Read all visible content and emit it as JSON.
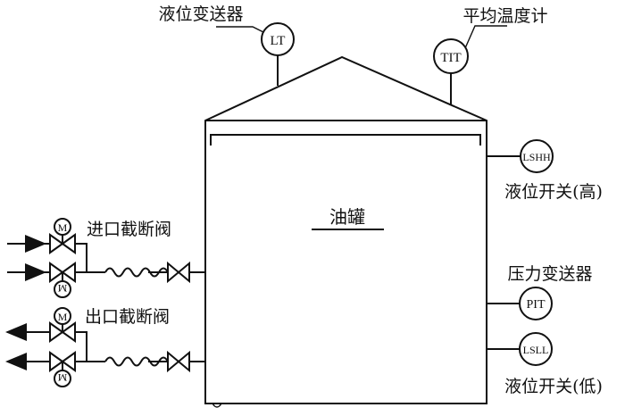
{
  "tank": {
    "label": "油罐"
  },
  "instruments": {
    "lt": {
      "tag": "LT",
      "label": "液位变送器"
    },
    "tit": {
      "tag": "TIT",
      "label": "平均温度计"
    },
    "lshh": {
      "tag": "LSHH",
      "label": "液位开关(高)"
    },
    "pit": {
      "tag": "PIT",
      "label": "压力变送器"
    },
    "lsll": {
      "tag": "LSLL",
      "label": "液位开关(低)"
    }
  },
  "valves": {
    "inlet": {
      "label": "进口截断阀",
      "actuator": "M"
    },
    "outlet": {
      "label": "出口截断阀",
      "actuator": "M"
    }
  },
  "colors": {
    "line": "#111111",
    "background": "#ffffff"
  }
}
